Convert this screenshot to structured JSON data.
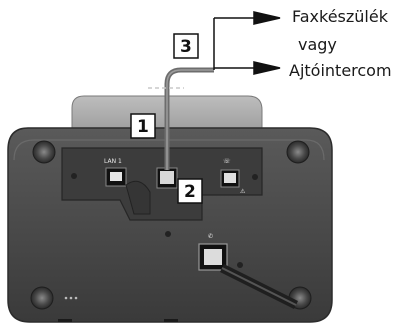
{
  "destinations": {
    "fax": "Faxkészülék",
    "or": "vagy",
    "door": "Ajtóintercom"
  },
  "callouts": {
    "n1": "1",
    "n2": "2",
    "n3": "3"
  },
  "ports": {
    "lan1": "LAN 1"
  }
}
